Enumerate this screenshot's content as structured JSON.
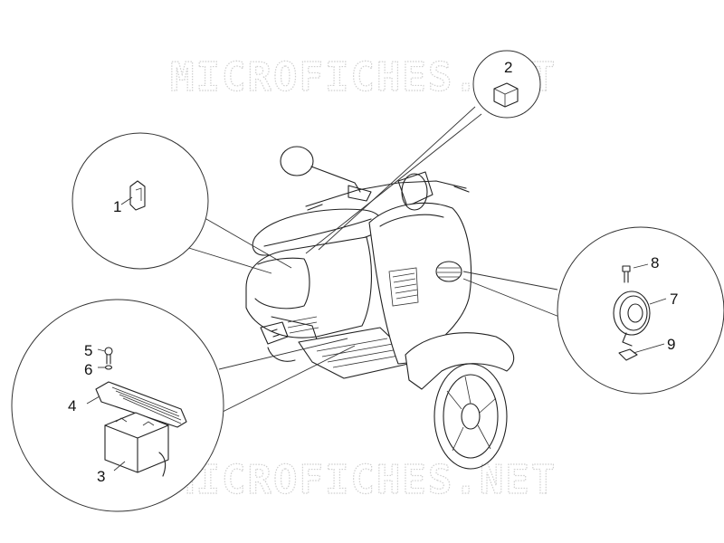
{
  "watermark": {
    "top_text": "MICROFICHES.NET",
    "bottom_text": "MICROFICHES.NET"
  },
  "parts": [
    {
      "number": "1"
    },
    {
      "number": "2"
    },
    {
      "number": "3"
    },
    {
      "number": "4"
    },
    {
      "number": "5"
    },
    {
      "number": "6"
    },
    {
      "number": "7"
    },
    {
      "number": "8"
    },
    {
      "number": "9"
    }
  ]
}
